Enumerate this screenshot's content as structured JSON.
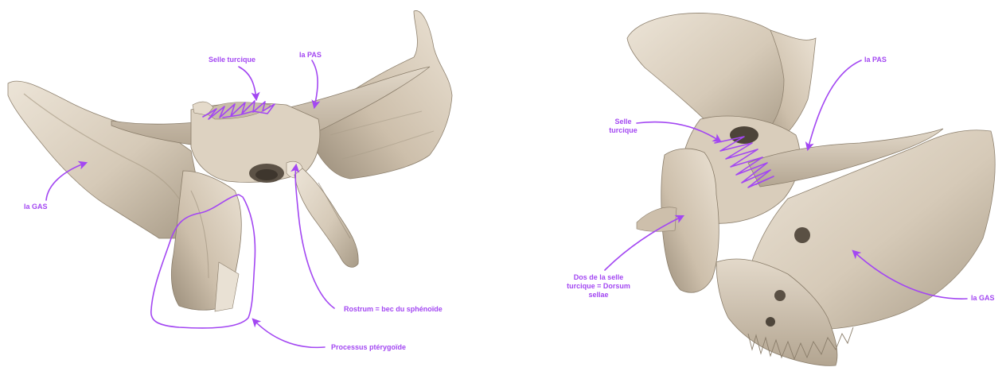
{
  "colors": {
    "annotation": "#a347f2",
    "bone_light": "#e6dccd",
    "bone_mid": "#cfc3b0",
    "bone_shadow": "#9c8f7d",
    "bone_dark": "#6f6455",
    "background": "#ffffff"
  },
  "left_view": {
    "labels": {
      "selle_turcique": "Selle turcique",
      "pas": "la PAS",
      "gas": "la GAS",
      "rostrum": "Rostrum = bec du sphénoïde",
      "processus": "Processus ptérygoïde"
    }
  },
  "right_view": {
    "labels": {
      "selle_turcique_line1": "Selle",
      "selle_turcique_line2": "turcique",
      "pas": "la PAS",
      "gas": "la GAS",
      "dos_line1": "Dos de la selle",
      "dos_line2": "turcique = Dorsum",
      "dos_line3": "sellae"
    }
  }
}
